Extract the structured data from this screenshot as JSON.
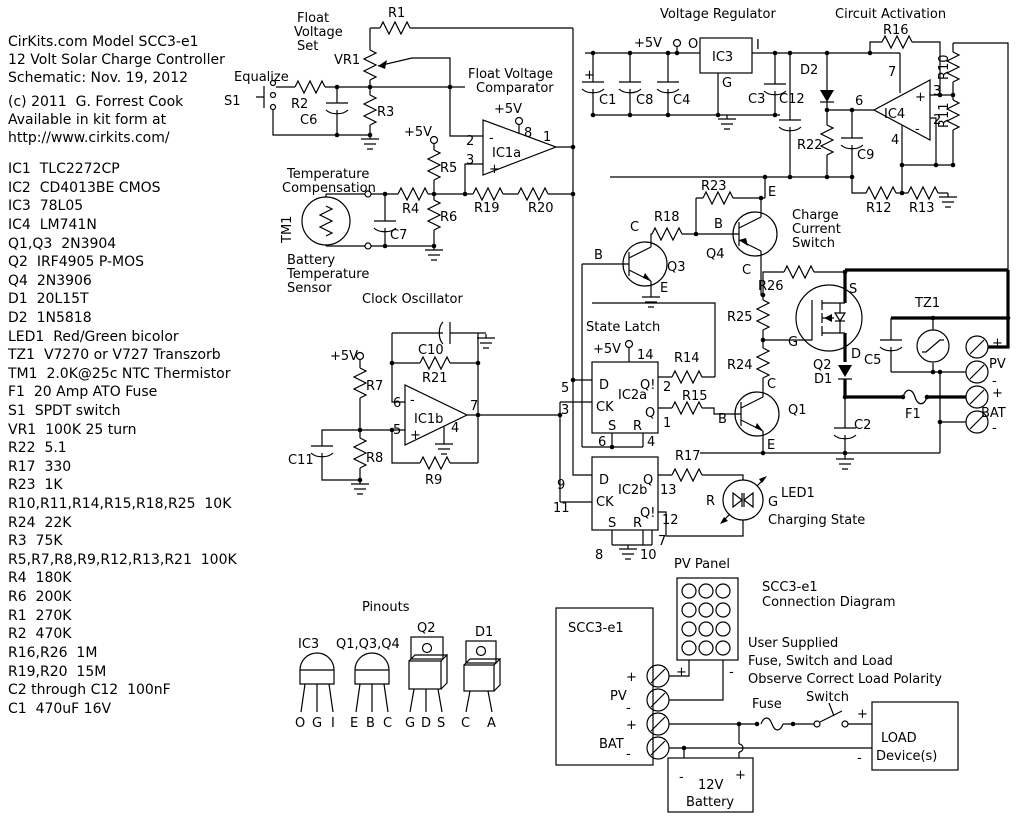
{
  "header": {
    "lines": [
      "CirKits.com Model SCC3-e1",
      "12 Volt Solar Charge Controller",
      "Schematic: Nov. 19, 2012",
      "(c) 2011  G. Forrest Cook",
      "Available in kit form at",
      "http://www.cirkits.com/"
    ]
  },
  "parts": [
    "IC1  TLC2272CP",
    "IC2  CD4013BE CMOS",
    "IC3  78L05",
    "IC4  LM741N",
    "Q1,Q3  2N3904",
    "Q2  IRF4905 P-MOS",
    "Q4  2N3906",
    "D1  20L15T",
    "D2  1N5818",
    "LED1  Red/Green bicolor",
    "TZ1  V7270 or V727 Transzorb",
    "TM1  2.0K@25c NTC Thermistor",
    "F1  20 Amp ATO Fuse",
    "S1  SPDT switch",
    "VR1  100K 25 turn",
    "R22  5.1",
    "R17  330",
    "R23  1K",
    "R10,R11,R14,R15,R18,R25  10K",
    "R24  22K",
    "R3  75K",
    "R5,R7,R8,R9,R12,R13,R21  100K",
    "R4  180K",
    "R6  200K",
    "R1  270K",
    "R2  470K",
    "R16,R26  1M",
    "R19,R20  15M",
    "C2 through C12  100nF",
    "C1  470uF 16V"
  ],
  "sections": {
    "fvs1": "Float",
    "fvs2": "Voltage",
    "fvs3": "Set",
    "equalize": "Equalize",
    "fvc1": "Float Voltage",
    "fvc2": "Comparator",
    "vreg": "Voltage Regulator",
    "circact": "Circuit Activation",
    "tc1": "Temperature",
    "tc2": "Compensation",
    "bts1": "Battery",
    "bts2": "Temperature",
    "bts3": "Sensor",
    "clock": "Clock Oscillator",
    "latch": "State Latch",
    "ccs1": "Charge",
    "ccs2": "Current",
    "ccs3": "Switch",
    "charging": "Charging State",
    "pinouts": "Pinouts",
    "pvpanel": "PV Panel",
    "conn1": "SCC3-e1",
    "conn2": "Connection Diagram",
    "us1": "User Supplied",
    "us2": "Fuse, Switch and Load",
    "us3": "Observe Correct Load Polarity",
    "fuse": "Fuse",
    "switch": "Switch",
    "load1": "LOAD",
    "load2": "Device(s)",
    "batt1": "12V",
    "batt2": "Battery",
    "scc3": "SCC3-e1"
  },
  "labels": {
    "r1": "R1",
    "r2": "R2",
    "r3": "R3",
    "r4": "R4",
    "r5": "R5",
    "r6": "R6",
    "r7": "R7",
    "r8": "R8",
    "r9": "R9",
    "r10": "R10",
    "r11": "R11",
    "r12": "R12",
    "r13": "R13",
    "r14": "R14",
    "r15": "R15",
    "r16": "R16",
    "r17": "R17",
    "r18": "R18",
    "r19": "R19",
    "r20": "R20",
    "r21": "R21",
    "r22": "R22",
    "r23": "R23",
    "r24": "R24",
    "r25": "R25",
    "r26": "R26",
    "vr1": "VR1",
    "s1": "S1",
    "f1": "F1",
    "tm1": "TM1",
    "tz1": "TZ1",
    "led1": "LED1",
    "c1": "C1",
    "c2": "C2",
    "c3": "C3",
    "c4": "C4",
    "c5": "C5",
    "c6": "C6",
    "c7": "C7",
    "c8": "C8",
    "c9": "C9",
    "c10": "C10",
    "c11": "C11",
    "c12": "C12",
    "ic1a": "IC1a",
    "ic1b": "IC1b",
    "ic2a": "IC2a",
    "ic2b": "IC2b",
    "ic3": "IC3",
    "ic4": "IC4",
    "q1": "Q1",
    "q2": "Q2",
    "q3": "Q3",
    "q4": "Q4",
    "d1": "D1",
    "d2": "D2",
    "p5v": "+5V",
    "pv": "PV",
    "bat": "BAT",
    "lb": "B",
    "lc": "C",
    "le": "E",
    "lg": "G",
    "ld": "D",
    "ls": "S",
    "lo": "O",
    "li": "I",
    "lr": "R",
    "lq": "Q",
    "lqb": "Q!",
    "lck": "CK",
    "plus": "+",
    "minus": "-"
  },
  "pins": {
    "n1": "1",
    "n2": "2",
    "n3": "3",
    "n4": "4",
    "n5": "5",
    "n6": "6",
    "n7": "7",
    "n8": "8",
    "n9": "9",
    "n10": "10",
    "n11": "11",
    "n12": "12",
    "n13": "13",
    "n14": "14"
  },
  "pinout": {
    "ic3": "IC3",
    "q134": "Q1,Q3,Q4",
    "q2": "Q2",
    "d1": "D1"
  }
}
